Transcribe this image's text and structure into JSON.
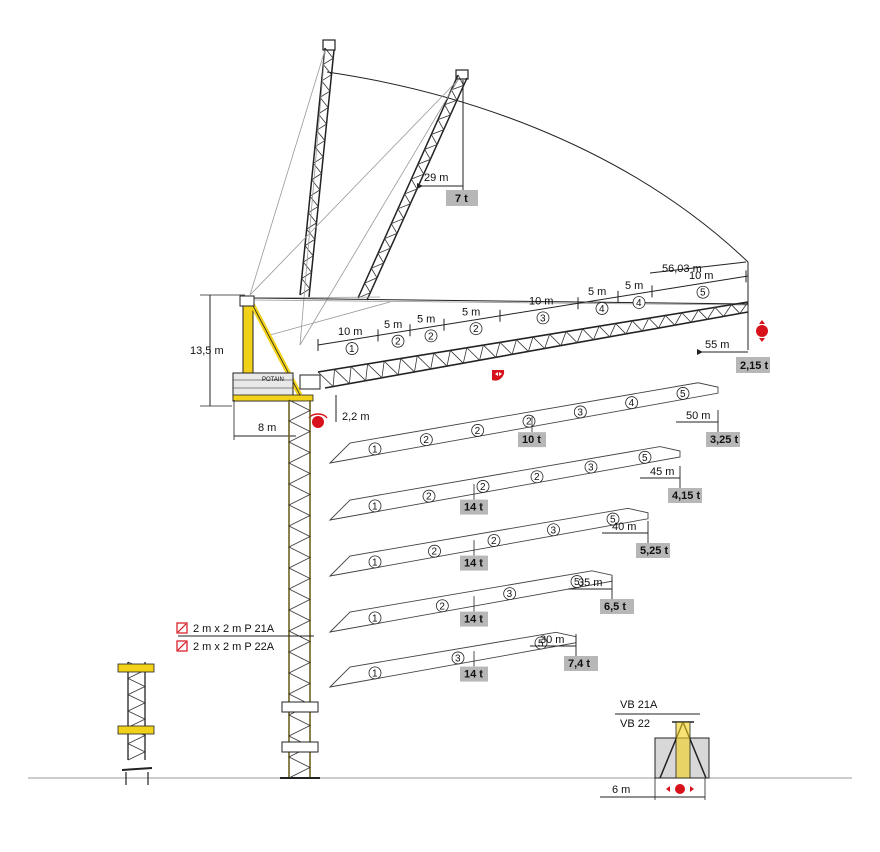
{
  "colors": {
    "accent_yellow": "#f2d11a",
    "badge_grey": "#b7b7b7",
    "marker_red": "#d7121b",
    "line_dark": "#222222"
  },
  "dims": {
    "height": "13,5 m",
    "counter_jib": "8 m",
    "offset": "2,2 m",
    "base": "6 m"
  },
  "luffing": {
    "radius": "29 m",
    "load": "7 t"
  },
  "main_jib": {
    "total": "56,03 m",
    "radius": "55 m",
    "tip_load": "2,15 t",
    "sections": [
      "10 m",
      "5 m",
      "5 m",
      "5 m",
      "10 m",
      "5 m",
      "5 m",
      "10 m"
    ],
    "circles": [
      "1",
      "2",
      "2",
      "2",
      "3",
      "4",
      "4",
      "5"
    ]
  },
  "configs": [
    {
      "radius": "50 m",
      "tip": "3,25 t",
      "max": "10 t",
      "circles": [
        "1",
        "2",
        "2",
        "2",
        "3",
        "4",
        "5"
      ]
    },
    {
      "radius": "45 m",
      "tip": "4,15 t",
      "max": "14 t",
      "circles": [
        "1",
        "2",
        "2",
        "2",
        "3",
        "5"
      ]
    },
    {
      "radius": "40 m",
      "tip": "5,25 t",
      "max": "14 t",
      "circles": [
        "1",
        "2",
        "2",
        "3",
        "5"
      ]
    },
    {
      "radius": "35 m",
      "tip": "6,5 t",
      "max": "14 t",
      "circles": [
        "1",
        "2",
        "3",
        "5"
      ]
    },
    {
      "radius": "30 m",
      "tip": "7,4 t",
      "max": "14 t",
      "circles": [
        "1",
        "3",
        "5"
      ]
    }
  ],
  "mast_legend": [
    "2 m x 2 m P 21A",
    "2 m x 2 m P 22A"
  ],
  "base_legend": [
    "VB 21A",
    "VB 22"
  ],
  "brand": "POTAIN"
}
